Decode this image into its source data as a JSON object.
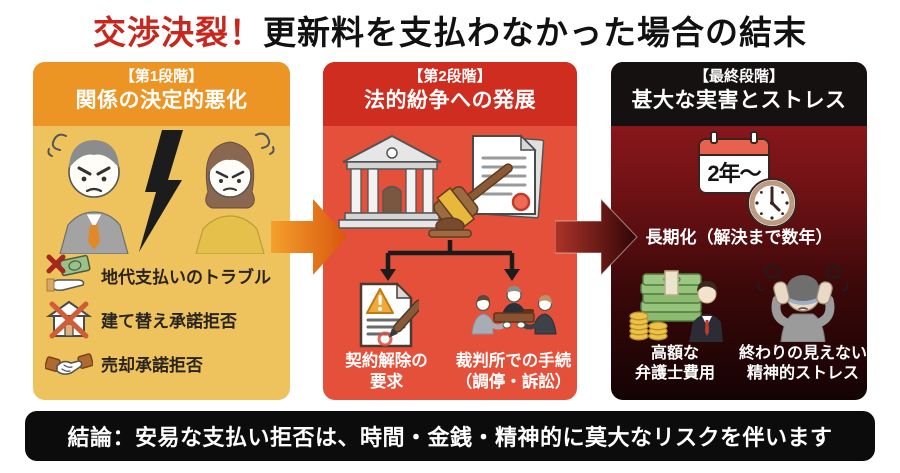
{
  "title": {
    "highlight": "交渉決裂！",
    "main": "更新料を支払わなかった場合の結末"
  },
  "stage1": {
    "tag": "【第1段階】",
    "heading": "関係の決定的悪化",
    "items": [
      {
        "icon": "payment-trouble-icon",
        "label": "地代支払いのトラブル"
      },
      {
        "icon": "rebuild-refusal-icon",
        "label": "建て替え承諾拒否"
      },
      {
        "icon": "sale-refusal-icon",
        "label": "売却承諾拒否"
      }
    ]
  },
  "stage2": {
    "tag": "【第2段階】",
    "heading": "法的紛争への発展",
    "branches": [
      {
        "icon": "contract-termination-icon",
        "label": "契約解除の\n要求"
      },
      {
        "icon": "court-procedure-icon",
        "label": "裁判所での手続\n（調停・訴訟）"
      }
    ]
  },
  "stage3": {
    "tag": "【最終段階】",
    "heading": "甚大な実害とストレス",
    "calendar_value": "2年〜",
    "duration_note": "長期化（解決まで数年）",
    "impacts": [
      {
        "icon": "lawyer-fees-icon",
        "label": "高額な\n弁護士費用"
      },
      {
        "icon": "mental-stress-icon",
        "label": "終わりの見えない\n精神的ストレス"
      }
    ]
  },
  "conclusion": "結論：安易な支払い拒否は、時間・金銭・精神的に莫大なリスクを伴います",
  "colors": {
    "title_accent": "#c8271d",
    "stage1_header": "#ec9424",
    "stage1_body": "#eec25c",
    "stage2_header": "#cf2d20",
    "stage2_body": "#e5503a",
    "stage3_header": "#151111",
    "stage3_body_top": "#9e1c22",
    "stage3_body_bottom": "#140304",
    "arrow1_gradient": [
      "#f4a02c",
      "#d8570d"
    ],
    "arrow2_gradient": [
      "#ad3428",
      "#2f0507"
    ],
    "conclusion_bg": "#0c0c0c",
    "list_text": "#2a2420"
  }
}
